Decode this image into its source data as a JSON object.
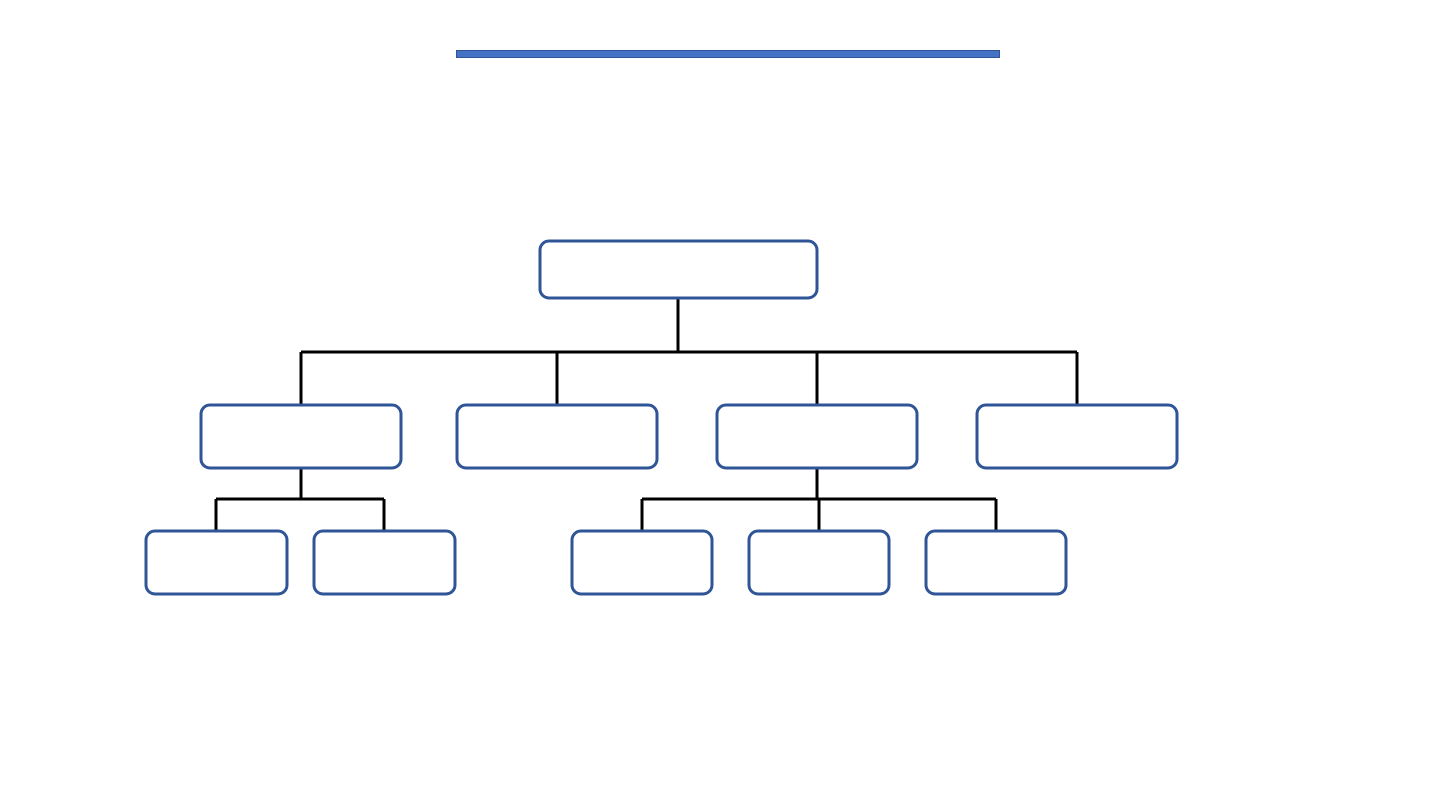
{
  "title": "",
  "colors": {
    "title_bar": "#4472c4",
    "node_border": "#2f5597",
    "node_fill": "#ffffff",
    "connector": "#000000"
  },
  "org_chart": {
    "root": {
      "id": "root",
      "label": ""
    },
    "level1": [
      {
        "id": "l1-a",
        "label": ""
      },
      {
        "id": "l1-b",
        "label": ""
      },
      {
        "id": "l1-c",
        "label": ""
      },
      {
        "id": "l1-d",
        "label": ""
      }
    ],
    "level2_under_a": [
      {
        "id": "l2-a1",
        "label": ""
      },
      {
        "id": "l2-a2",
        "label": ""
      }
    ],
    "level2_under_c": [
      {
        "id": "l2-c1",
        "label": ""
      },
      {
        "id": "l2-c2",
        "label": ""
      },
      {
        "id": "l2-c3",
        "label": ""
      }
    ]
  }
}
